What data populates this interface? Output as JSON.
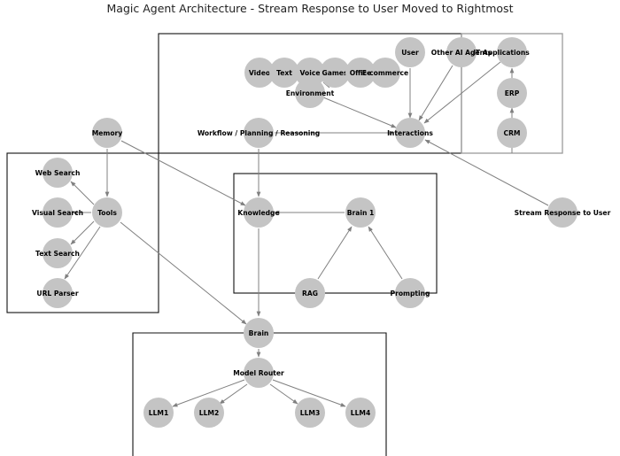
{
  "title": "Magic Agent Architecture - Stream Response to User Moved to Rightmost",
  "nodes": {
    "video": "Video",
    "text": "Text",
    "voice": "Voice",
    "games": "Games",
    "office": "Office",
    "ecommerce": "E-commerce",
    "environment": "Environment",
    "user": "User",
    "other_agents": "Other AI Agents",
    "it_apps": "IT Applications",
    "erp": "ERP",
    "crm": "CRM",
    "memory": "Memory",
    "workflow": "Workflow / Planning / Reasoning",
    "interactions": "Interactions",
    "web_search": "Web Search",
    "visual_search": "Visual Search",
    "tools": "Tools",
    "text_search": "Text Search",
    "url_parser": "URL Parser",
    "knowledge": "Knowledge",
    "brain1": "Brain 1",
    "rag": "RAG",
    "prompting": "Prompting",
    "stream": "Stream Response to User",
    "brain": "Brain",
    "router": "Model Router",
    "llm1": "LLM1",
    "llm2": "LLM2",
    "llm3": "LLM3",
    "llm4": "LLM4"
  }
}
